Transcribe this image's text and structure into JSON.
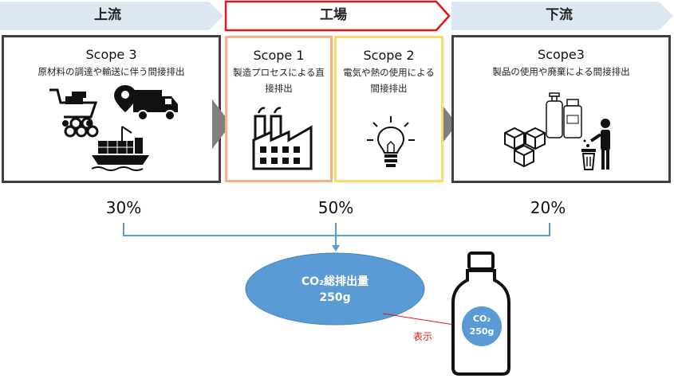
{
  "stages": {
    "upstream": "上流",
    "factory": "工場",
    "downstream": "下流"
  },
  "scopes": [
    {
      "title": "Scope 3",
      "desc": "原材料の調達や輸送に伴う間接排出"
    },
    {
      "title": "Scope 1",
      "desc": "製造プロセスによる直接排出"
    },
    {
      "title": "Scope 2",
      "desc": "電気や熱の使用による間接排出"
    },
    {
      "title": "Scope3",
      "desc": "製品の使用や廃棄による間接排出"
    }
  ],
  "shares": {
    "upstream": "30%",
    "factory": "50%",
    "downstream": "20%"
  },
  "total": {
    "label": "CO₂総排出量",
    "value": "250g"
  },
  "label_display": "表示",
  "bottle": {
    "label": "CO₂",
    "value": "250g"
  },
  "colors": {
    "arrow_bar": "#dde8f3",
    "factory_outline": "#e8141a",
    "scope1_border": "#f4b183",
    "scope2_border": "#ffd966",
    "scope_border": "#404040",
    "bracket": "#5b9bd5",
    "ellipse": "#5b9bd5",
    "chevron": "#7f7f7f",
    "display_text": "#e8141a"
  }
}
